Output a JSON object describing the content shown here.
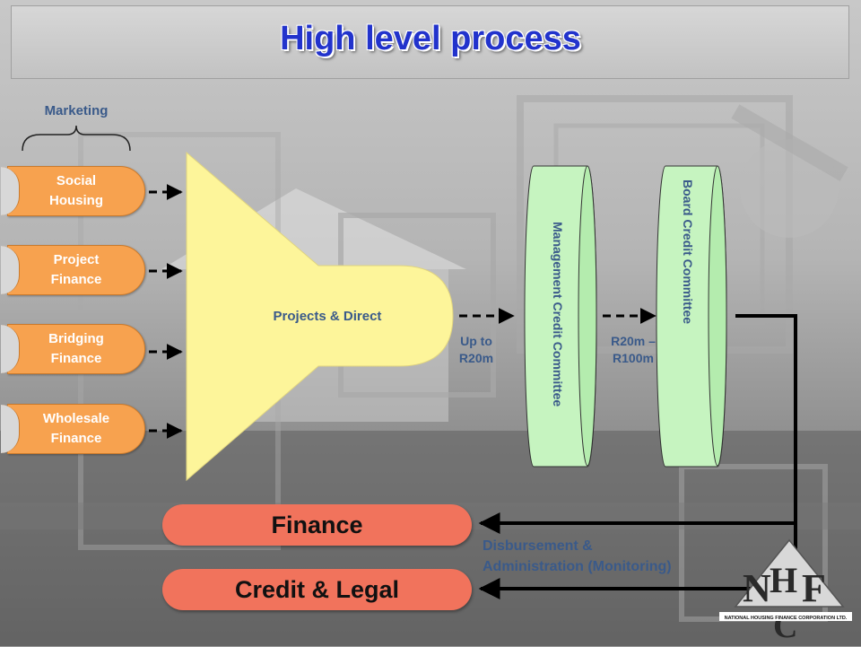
{
  "title": "High level process",
  "marketing_label": "Marketing",
  "sources": [
    {
      "label": "Social\nHousing"
    },
    {
      "label": "Project\nFinance"
    },
    {
      "label": "Bridging\nFinance"
    },
    {
      "label": "Wholesale\nFinance"
    }
  ],
  "funnel_label": "Projects & Direct",
  "threshold_1": "Up to\nR20m",
  "threshold_2": "R20m –\nR100m",
  "committee_1": "Management Credit Committee",
  "committee_2": "Board Credit Committee",
  "finance_label": "Finance",
  "credit_legal_label": "Credit & Legal",
  "disbursement_label": "Disbursement &\nAdministration (Monitoring)",
  "logo": {
    "letters": "NHFC",
    "caption": "NATIONAL HOUSING FINANCE CORPORATION LTD."
  },
  "colors": {
    "title": "#2233cc",
    "source_box": "#f7a24f",
    "funnel": "#fdf59a",
    "committee": "#c6f4c0",
    "pill": "#f1735c",
    "caption": "#3a5a8a"
  }
}
